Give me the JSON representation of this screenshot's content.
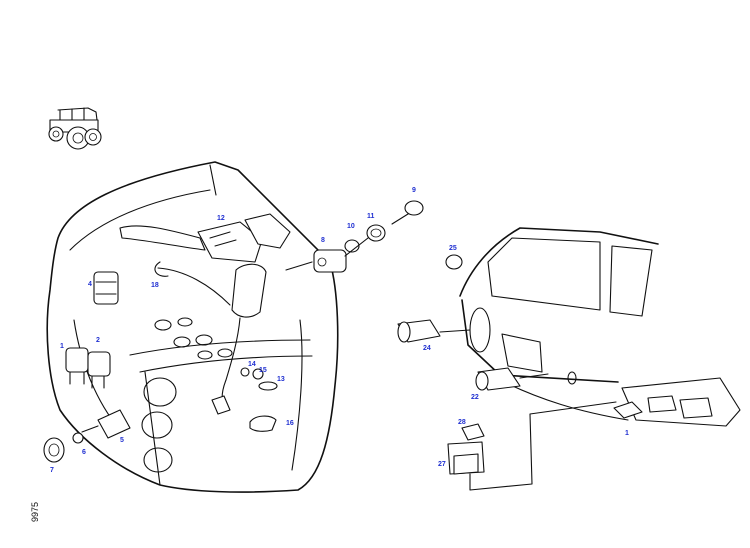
{
  "drawing_number": "9975",
  "icons": {
    "model_icon": "tractor-icon"
  },
  "colors": {
    "callout": "#1f2fd1",
    "line": "#111111",
    "background": "#ffffff"
  },
  "callouts": {
    "c1a": "1",
    "c2": "2",
    "c4": "4",
    "c5": "5",
    "c6": "6",
    "c7": "7",
    "c8": "8",
    "c9": "9",
    "c10": "10",
    "c11": "11",
    "c12": "12",
    "c13": "13",
    "c14": "14",
    "c15": "15",
    "c16": "16",
    "c18": "18",
    "c22": "22",
    "c24": "24",
    "c25": "25",
    "c27": "27",
    "c28": "28",
    "c1b": "1"
  }
}
